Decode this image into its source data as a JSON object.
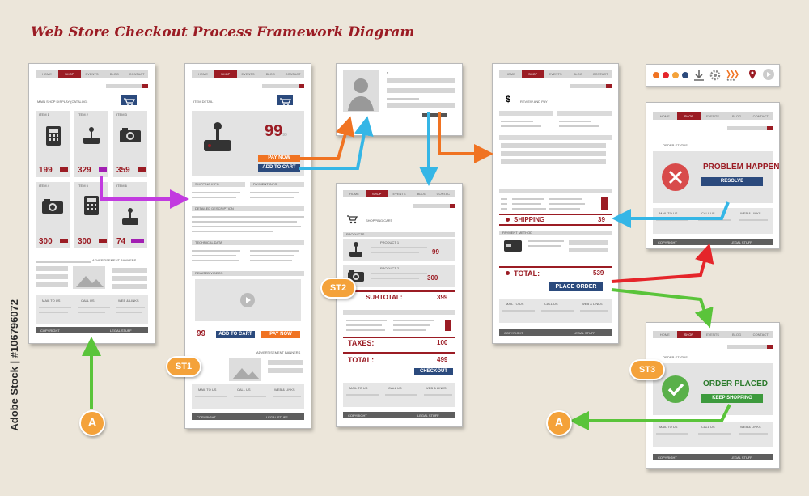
{
  "title": "Web Store Checkout Process Framework Diagram",
  "watermark": "Adobe Stock | #106796072",
  "nav": [
    "HOME",
    "SHOP",
    "EVENTS",
    "BLOG",
    "CONTACT"
  ],
  "catalog": {
    "heading": "MAIN SHOP DISPLAY (CATALOG)",
    "items": [
      "ITEM 1",
      "ITEM 2",
      "ITEM 3",
      "ITEM 4",
      "ITEM 5",
      "ITEM 6"
    ],
    "prices": [
      "199",
      "329",
      "359",
      "300",
      "300",
      "74"
    ],
    "ads": "ADVERTISEMENT BANNERS",
    "footer": [
      "MAIL TO US",
      "CALL US",
      "WEB & LINKS",
      "COPYRIGHT",
      "LEGAL STUFF"
    ]
  },
  "detail": {
    "heading": "ITEM DETAIL",
    "price": "99",
    "cents": "99",
    "pay_now": "PAY NOW",
    "add_to_cart": "ADD TO CART",
    "shipping": "SHIPPING INFO",
    "payment": "PAYMENT INFO",
    "desc": "DETAILED DESCRIPTION",
    "tech": "TECHNICAL DATA",
    "video": "RELATED VIDEOS",
    "ads": "ADVERTISEMENT BANNERS",
    "price2": "99",
    "add_to_cart2": "ADD TO CART",
    "pay_now2": "PAY NOW"
  },
  "cart": {
    "heading": "SHOPPING CART",
    "products": "PRODUCTS",
    "p1": "PRODUCT 1",
    "p1_price": "99",
    "p2": "PRODUCT 2",
    "p2_price": "300",
    "subtotal_label": "SUBTOTAL:",
    "subtotal": "399",
    "taxes_label": "TAXES:",
    "taxes": "100",
    "total_label": "TOTAL:",
    "total": "499",
    "checkout": "CHECKOUT",
    "badge": "ST2"
  },
  "review": {
    "heading": "REVIEW AND PAY",
    "shipping_label": "SHIPPING",
    "shipping": "39",
    "total_label": "TOTAL:",
    "total": "539",
    "place_order": "PLACE ORDER",
    "payment_method": "PAYMENT METHOD"
  },
  "status_error": {
    "heading": "ORDER STATUS",
    "message": "PROBLEM HAPPEN",
    "resolve": "RESOLVE"
  },
  "status_ok": {
    "heading": "ORDER STATUS",
    "message": "ORDER PLACED",
    "keep": "KEEP SHOPPING",
    "badge": "ST3"
  },
  "badges": {
    "st1": "ST1",
    "a1": "A",
    "a2": "A"
  },
  "colors": {
    "brand": "#9b1c24",
    "navy": "#2b4a7d",
    "orange": "#f07322",
    "cyan": "#35b6e6",
    "purple": "#c23be0",
    "green": "#5ac43a",
    "red": "#e5252a",
    "badge": "#f4a23a"
  }
}
